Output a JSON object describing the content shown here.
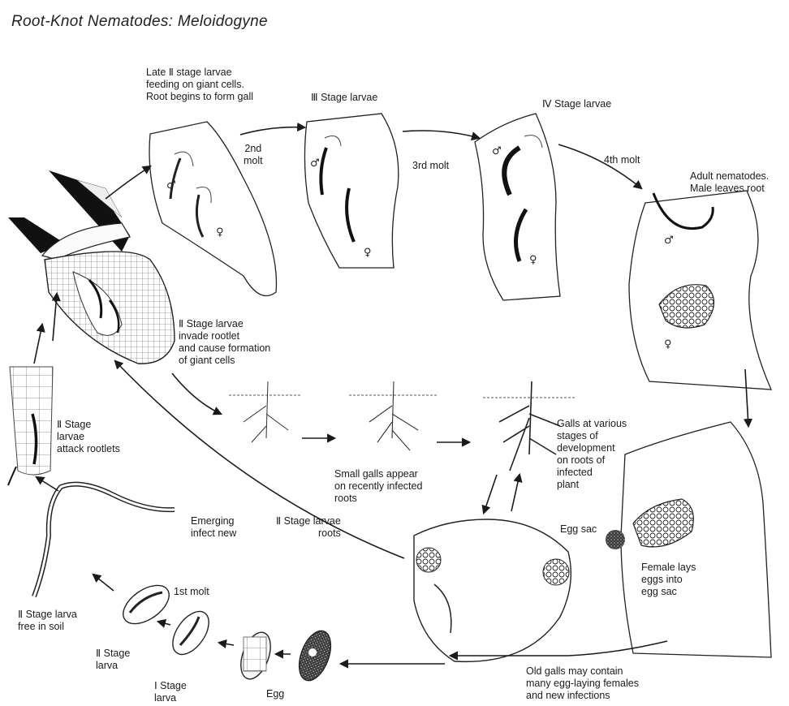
{
  "title": "Root-Knot Nematodes: Meloidogyne",
  "labels": {
    "late2": "Late Ⅱ stage larvae\nfeeding on giant cells.\nRoot begins to form gall",
    "molt2": "2nd\nmolt",
    "stage3": "Ⅲ Stage larvae",
    "molt3": "3rd  molt",
    "stage4": "Ⅳ Stage larvae",
    "molt4": "4th molt",
    "adult": "Adult nematodes.\nMale leaves root",
    "invade": "Ⅱ Stage larvae\ninvade rootlet\nand cause formation\nof giant cells",
    "attack": "Ⅱ Stage\nlarvae\nattack rootlets",
    "small_galls": "Small galls appear\non recently infected\nroots",
    "galls_various": "Galls at various\nstages of\ndevelopment\non roots of\ninfected\nplant",
    "egg_sac": "Egg sac",
    "female_lays": "Female lays\neggs into\negg sac",
    "emerging": "Emerging\ninfect new",
    "stage2_roots": "Ⅱ Stage larvae\nroots",
    "old_galls": "Old galls may contain\nmany egg-laying females\nand new infections",
    "free_soil": "Ⅱ Stage larva\nfree in soil",
    "molt1": "1st molt",
    "stage2_larva": "Ⅱ Stage\nlarva",
    "stage1_larva": "Ⅰ Stage\nlarva",
    "egg": "Egg",
    "male_symbol": "♂",
    "female_symbol": "♀"
  }
}
